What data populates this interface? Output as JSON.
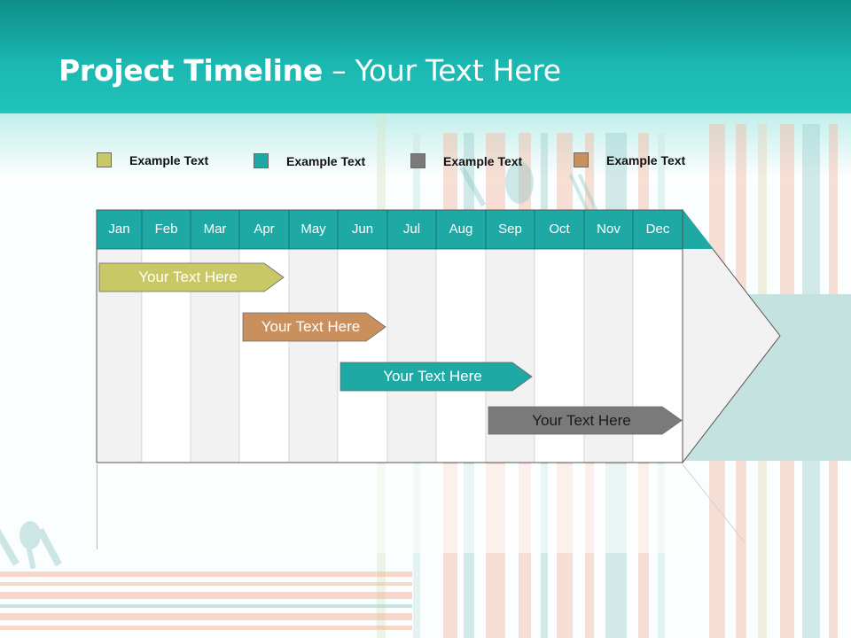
{
  "slide": {
    "title_bold": "Project Timeline",
    "title_rest": " – Your Text Here"
  },
  "legend": [
    {
      "label": "Example Text",
      "color": "#c9c866"
    },
    {
      "label": "Example Text",
      "color": "#1fa9a4"
    },
    {
      "label": "Example Text",
      "color": "#7a7a7a"
    },
    {
      "label": "Example Text",
      "color": "#c9905e"
    }
  ],
  "months": [
    "Jan",
    "Feb",
    "Mar",
    "Apr",
    "May",
    "Jun",
    "Jul",
    "Aug",
    "Sep",
    "Oct",
    "Nov",
    "Dec"
  ],
  "tasks": [
    {
      "label": "Your  Text Here",
      "color": "#c9c866",
      "text_color": "#ffffff",
      "start_month": "Jan",
      "end_month": "Apr"
    },
    {
      "label": "Your  Text Here",
      "color": "#c9905e",
      "text_color": "#ffffff",
      "start_month": "Apr",
      "end_month": "Jun"
    },
    {
      "label": "Your  Text Here",
      "color": "#1fa9a4",
      "text_color": "#ffffff",
      "start_month": "Jun",
      "end_month": "Sep"
    },
    {
      "label": "Your  Text Here",
      "color": "#7a7a7a",
      "text_color": "#1a1a1a",
      "start_month": "Sep",
      "end_month": "Dec"
    }
  ],
  "colors": {
    "header_teal": "#1fa9a4",
    "banner_top": "#11908c",
    "banner_bottom": "#1fc3bb",
    "column_light": "#f2f2f2",
    "column_white": "#ffffff"
  }
}
